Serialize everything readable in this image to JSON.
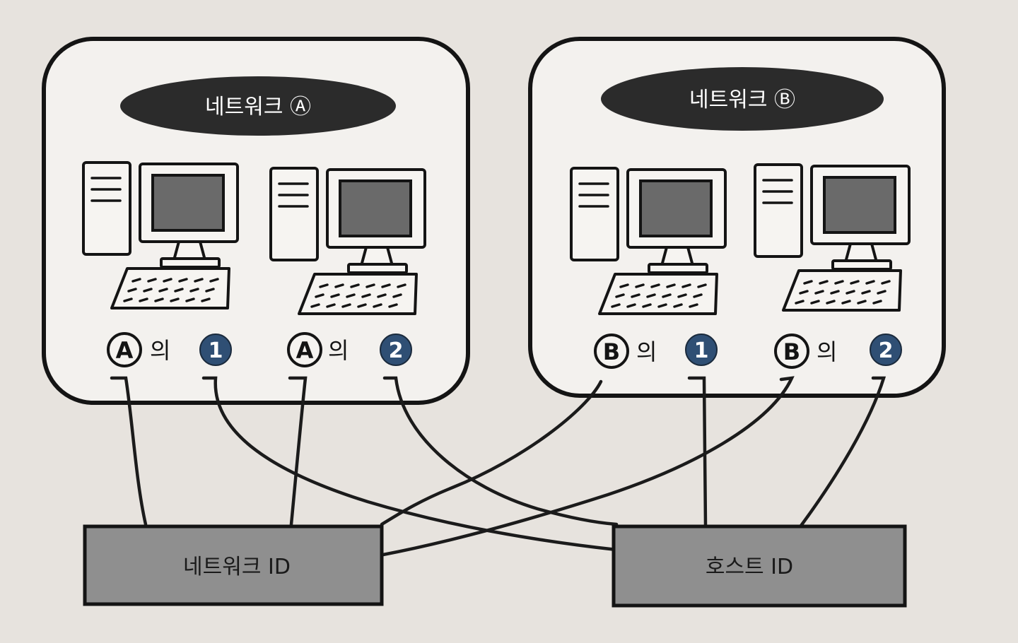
{
  "networks": [
    {
      "id": "A",
      "title": "네트워크 Ⓐ",
      "computers": [
        {
          "letter": "A",
          "suffix": "의",
          "number": "1"
        },
        {
          "letter": "A",
          "suffix": "의",
          "number": "2"
        }
      ]
    },
    {
      "id": "B",
      "title": "네트워크 Ⓑ",
      "computers": [
        {
          "letter": "B",
          "suffix": "의",
          "number": "1"
        },
        {
          "letter": "B",
          "suffix": "의",
          "number": "2"
        }
      ]
    }
  ],
  "boxes": {
    "network_id": "네트워크 ID",
    "host_id": "호스트 ID"
  },
  "colors": {
    "number_badge": "#2f4f74",
    "box_fill": "#8f8f8f",
    "pill_fill": "#2b2b2b"
  }
}
